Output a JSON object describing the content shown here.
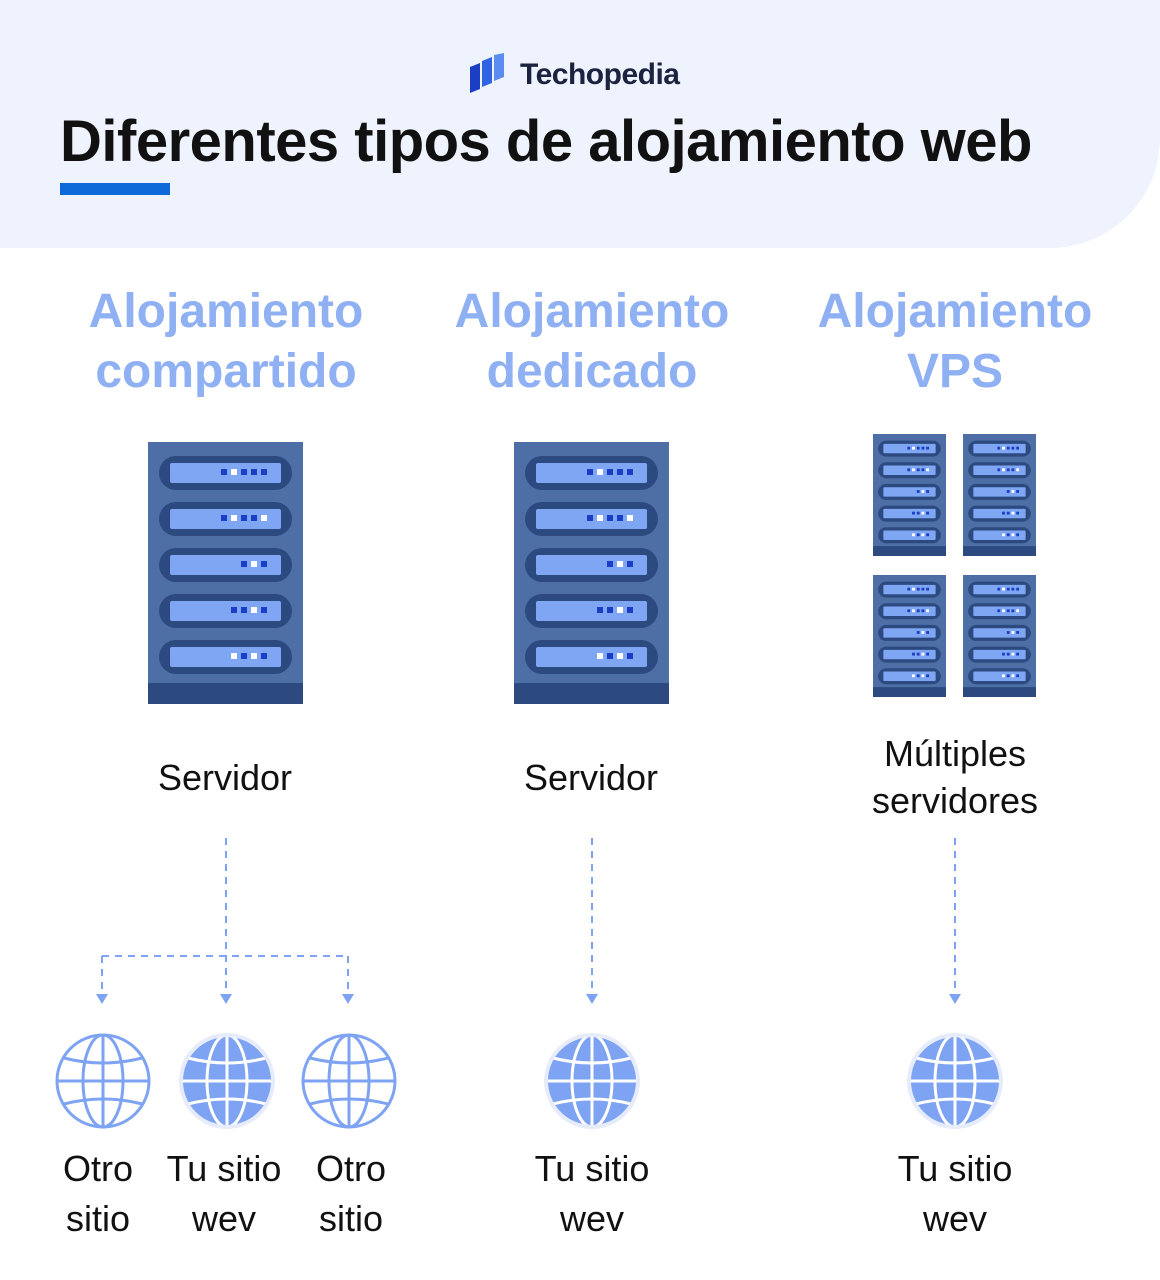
{
  "brand": {
    "name": "Techopedia",
    "logo_icon": "techopedia-logo-icon"
  },
  "title": "Diferentes tipos de alojamiento web",
  "colors": {
    "header_bg": "#eef3fd",
    "accent": "#0d6ad8",
    "heading": "#8fb0f3",
    "server_body": "#4d6fa5",
    "server_slot": "#7fa6f2",
    "globe": "#7ea3f2",
    "connector": "#7ea3f2"
  },
  "columns": [
    {
      "heading": [
        "Alojamiento",
        "compartido"
      ],
      "server_icon": "server-rack-icon",
      "server_label": [
        "Servidor"
      ],
      "sites": [
        {
          "label": [
            "Otro",
            "sitio"
          ],
          "icon": "globe-outline-icon"
        },
        {
          "label": [
            "Tu sitio",
            "wev"
          ],
          "icon": "globe-filled-icon"
        },
        {
          "label": [
            "Otro",
            "sitio"
          ],
          "icon": "globe-outline-icon"
        }
      ]
    },
    {
      "heading": [
        "Alojamiento",
        "dedicado"
      ],
      "server_icon": "server-rack-icon",
      "server_label": [
        "Servidor"
      ],
      "sites": [
        {
          "label": [
            "Tu sitio",
            "wev"
          ],
          "icon": "globe-filled-icon"
        }
      ]
    },
    {
      "heading": [
        "Alojamiento",
        "VPS"
      ],
      "server_icon": "server-cluster-icon",
      "server_label": [
        "Múltiples",
        "servidores"
      ],
      "sites": [
        {
          "label": [
            "Tu sitio",
            "wev"
          ],
          "icon": "globe-filled-icon"
        }
      ]
    }
  ]
}
